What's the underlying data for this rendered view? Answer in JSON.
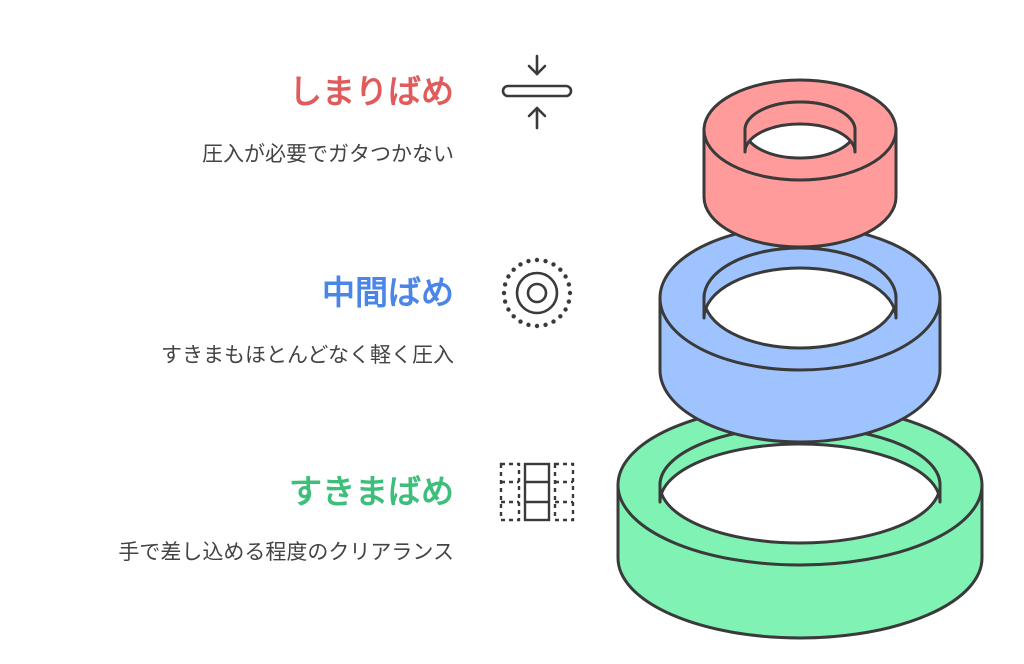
{
  "colors": {
    "tight": "#E05B5B",
    "transition": "#4A86E8",
    "clearance": "#3DBE7A",
    "ring_red_fill": "#FF9B9B",
    "ring_blue_fill": "#9EC3FF",
    "ring_green_fill": "#7FF2B4",
    "outline": "#3A3A3A",
    "description_text": "#444444"
  },
  "fits": [
    {
      "title": "しまりばめ",
      "description": "圧入が必要でガタつかない",
      "icon": "compress-arrows-icon",
      "ring": "small-red-ring"
    },
    {
      "title": "中間ばめ",
      "description": "すきまもほとんどなく軽く圧入",
      "icon": "concentric-circles-icon",
      "ring": "medium-blue-ring"
    },
    {
      "title": "すきまばめ",
      "description": "手で差し込める程度のクリアランス",
      "icon": "grid-clearance-icon",
      "ring": "large-green-ring"
    }
  ]
}
